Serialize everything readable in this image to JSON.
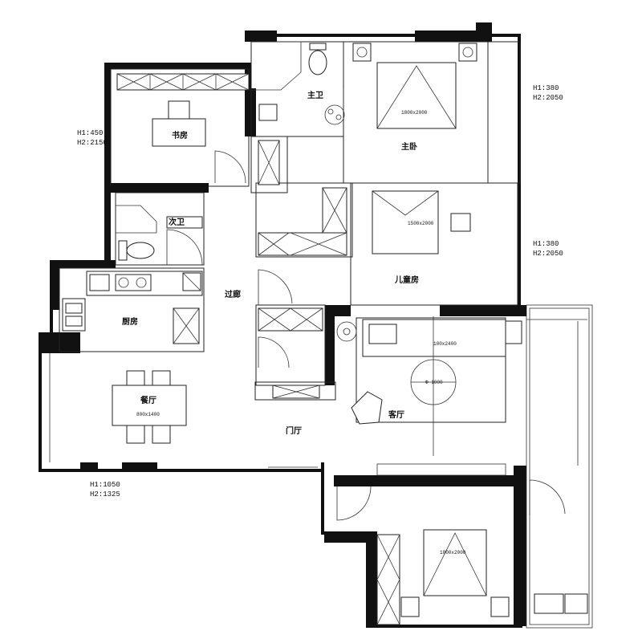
{
  "rooms": {
    "study": "书房",
    "master_bath": "主卫",
    "master_bed": "主卧",
    "second_bath": "次卫",
    "kids_room": "儿童房",
    "kitchen": "厨房",
    "corridor": "过廊",
    "living": "客厅",
    "dining": "餐厅",
    "foyer": "门厅"
  },
  "notes": {
    "study_h1": "H1:450",
    "study_h2": "H2:2150",
    "mb_h1": "H1:380",
    "mb_h2": "H2:2050",
    "kids_h1": "H1:380",
    "kids_h2": "H2:2050",
    "dining_h1": "H1:1050",
    "dining_h2": "H2:1325"
  },
  "furniture": {
    "bed_master": "1800x2000",
    "bed_kids": "1500x2000",
    "bed_guest": "1800x2000",
    "sofa": "100x2400",
    "table": "Φ 1000",
    "dining_table": "800x1400"
  }
}
